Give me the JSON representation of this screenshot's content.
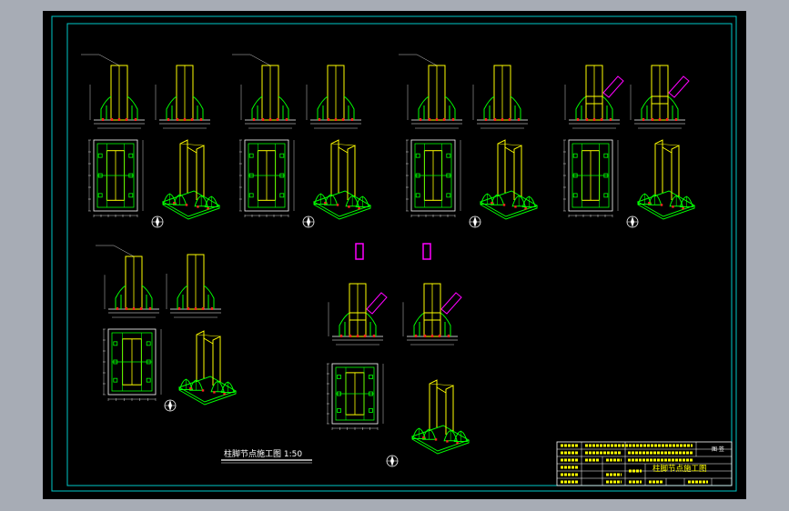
{
  "drawing": {
    "main_title": "柱脚节点施工图 1:50",
    "title_block": {
      "drawing_name": "柱脚节点施工图",
      "stamp": "图 签"
    }
  },
  "colors": {
    "background": "#000000",
    "viewport": "#a7acb5",
    "frame": "#00c8c8",
    "column": "#ffff00",
    "stiffener": "#00ff00",
    "anchor": "#ff2020",
    "dimension": "#ffffff",
    "highlight": "#ff00ff"
  }
}
